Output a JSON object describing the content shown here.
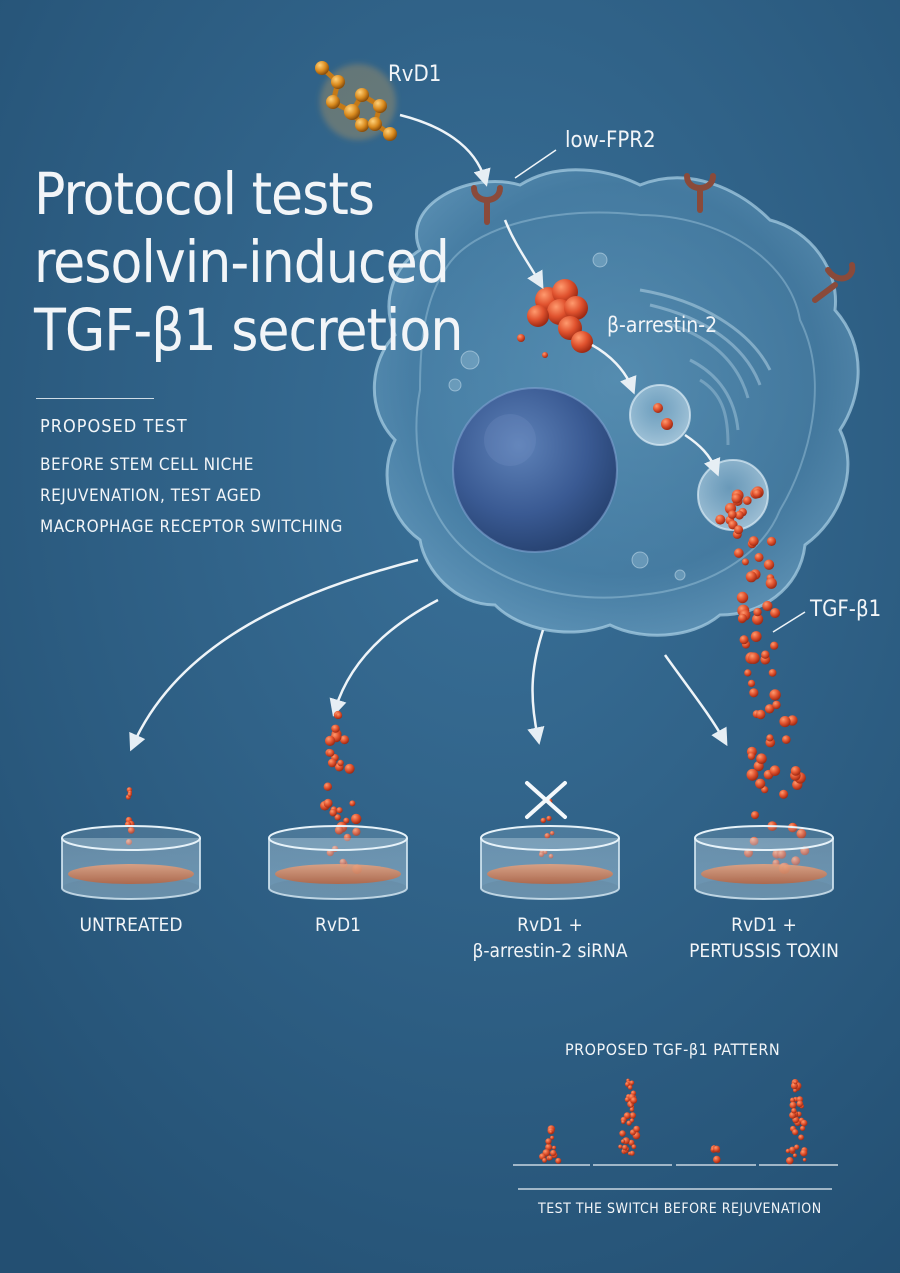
{
  "title": {
    "line1": "Protocol tests",
    "line2": "resolvin-induced",
    "line3": "TGF-β1 secretion"
  },
  "proposed": {
    "heading": "PROPOSED TEST",
    "body": "BEFORE STEM CELL NICHE REJUVENATION, TEST AGED MACROPHAGE RECEPTOR SWITCHING"
  },
  "labels": {
    "ligand": "RvD1",
    "receptor": "low-FPR2",
    "arrestin": "β-arrestin-2",
    "tgf": "TGF-β1"
  },
  "dishes": [
    {
      "line1": "UNTREATED",
      "line2": ""
    },
    {
      "line1": "RvD1",
      "line2": ""
    },
    {
      "line1": "RvD1 +",
      "line2": "β-arrestin-2 siRNA"
    },
    {
      "line1": "RvD1 +",
      "line2": "PERTUSSIS TOXIN"
    }
  ],
  "pattern": {
    "title": "PROPOSED TGF-β1 PATTERN",
    "footer": "TEST THE SWITCH BEFORE REJUVENATION",
    "relative_levels": [
      0.35,
      0.85,
      0.15,
      0.85
    ]
  },
  "colors": {
    "background": "#2b5f86",
    "particle": "#d8492a",
    "receptor": "#8a4a3a",
    "ligand": "#d98a1e"
  }
}
